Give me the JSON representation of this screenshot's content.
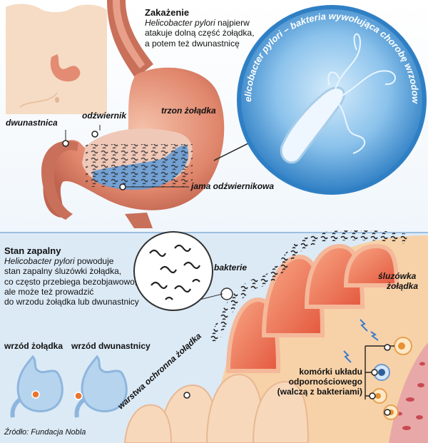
{
  "infection": {
    "heading": "Zakażenie",
    "species": "Helicobacter pylori",
    "line1_rest": " najpierw",
    "line2": "atakuje dolną część żołądka,",
    "line3": "a potem też dwunastnicę"
  },
  "labels": {
    "duodenum": "dwunastnica",
    "pylorus": "odźwiernik",
    "stomach_body": "trzon żołądka",
    "pyloric_antrum": "jama odźwiernikowa",
    "bacteria": "bakterie",
    "mucosa_line1": "śluzówka",
    "mucosa_line2": "żołądka",
    "gastric_ulcer": "wrzód żołądka",
    "duodenal_ulcer": "wrzód dwunastnicy",
    "protective_layer": "warstwa ochronna żołądka",
    "immune_line1": "komórki układu",
    "immune_line2": "odpornościowego",
    "immune_line3": "(walczą z bakteriami)"
  },
  "magnifier_caption": "Helicobacter pylori – bakteria wywołująca chorobę wrzodową",
  "inflammation": {
    "heading": "Stan zapalny",
    "species": "Helicobacter pylori",
    "line1_rest": " powoduje",
    "line2": "stan zapalny śluzówki żołądka,",
    "line3": "co często przebiega bezobjawowo,",
    "line4": "ale może też prowadzić",
    "line5": "do wrzodu żołądka lub dwunastnicy"
  },
  "source": "Źródło: Fundacja Nobla",
  "colors": {
    "stomach_outer": "#c9705a",
    "stomach_light": "#e8a08a",
    "stomach_inner": "#f0c8b8",
    "fluid_blue": "#5d9ad8",
    "magnifier_bg": "#2f7fc4",
    "mucosa_fold": "#e8664a",
    "mucosa_fold_light": "#f4b89a",
    "tissue_bg": "#f7d2a8",
    "lower_panel_bg": "#dceaf6",
    "skin": "#f6dcc4"
  }
}
